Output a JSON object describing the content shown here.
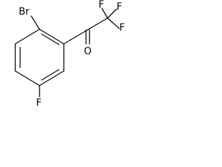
{
  "molecule": {
    "atoms": {
      "bromine": "Br",
      "fluorine_top_left": "F",
      "fluorine_top_right": "F",
      "fluorine_right": "F",
      "oxygen": "O",
      "fluorine_ring": "F"
    }
  },
  "colors": {
    "ink": "#000000",
    "background": "#ffffff"
  }
}
